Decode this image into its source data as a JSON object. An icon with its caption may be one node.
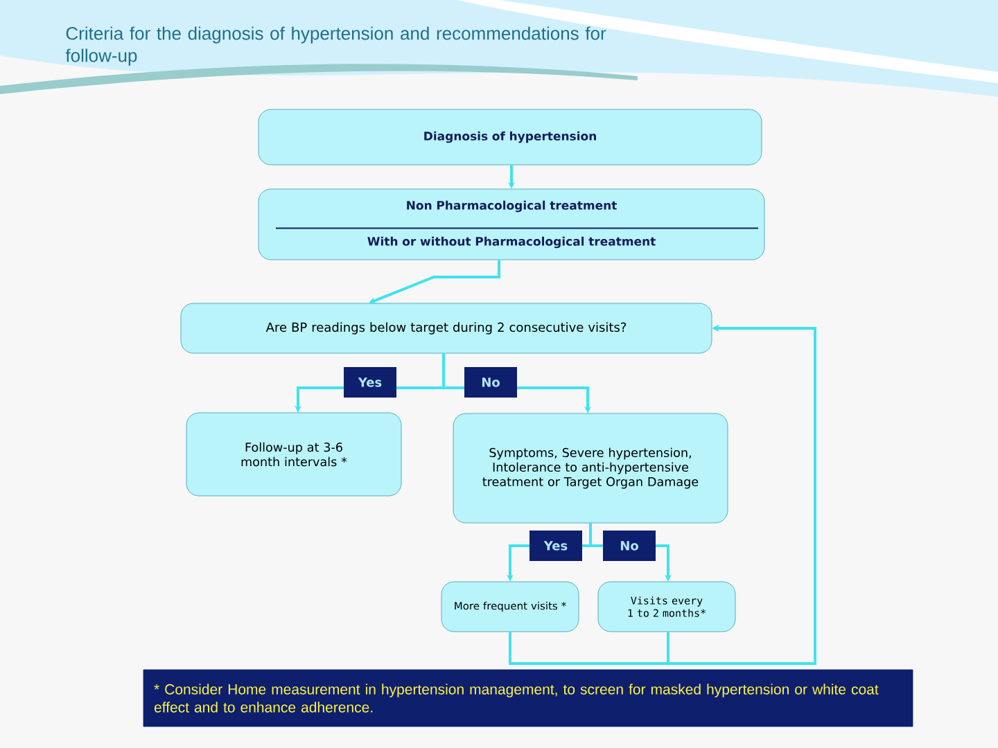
{
  "diagram": {
    "title": "Criteria for the diagnosis of hypertension and recommendations for follow-up",
    "nodes": [
      {
        "text": [
          "Diagnosis of hypertension"
        ]
      },
      {
        "text": [
          "Non Pharmacological treatment",
          "With or without Pharmacological treatment"
        ]
      },
      {
        "text": [
          "Are BP readings below target during 2 consecutive visits?"
        ]
      },
      {
        "text": [
          "Follow-up at 3-6 month intervals *"
        ]
      },
      {
        "text": [
          "Symptoms, Severe hypertension, Intolerance to anti-hypertensive treatment or Target Organ Damage"
        ]
      },
      {
        "text": [
          "More frequent visits *"
        ]
      },
      {
        "text": [
          "Visits every 1 to 2 months*"
        ]
      },
      {
        "text": [
          "* Consider Home measurement in hypertension management, to screen for masked hypertension or white coat effect and to enhance adherence."
        ]
      }
    ],
    "edges": [
      {
        "from": 0,
        "to": 1,
        "arrow": "to"
      },
      {
        "from": 1,
        "to": 2,
        "arrow": "to"
      },
      {
        "from": 2,
        "to": 3,
        "arrow": "to",
        "label": "Yes"
      },
      {
        "from": 2,
        "to": 4,
        "arrow": "to",
        "label": "No"
      },
      {
        "from": 4,
        "to": 5,
        "arrow": "to",
        "label": "Yes"
      },
      {
        "from": 4,
        "to": 6,
        "arrow": "to",
        "label": "No"
      },
      {
        "from": 5,
        "to": 2,
        "arrow": "to"
      },
      {
        "from": 6,
        "to": 2,
        "arrow": "to"
      }
    ]
  }
}
